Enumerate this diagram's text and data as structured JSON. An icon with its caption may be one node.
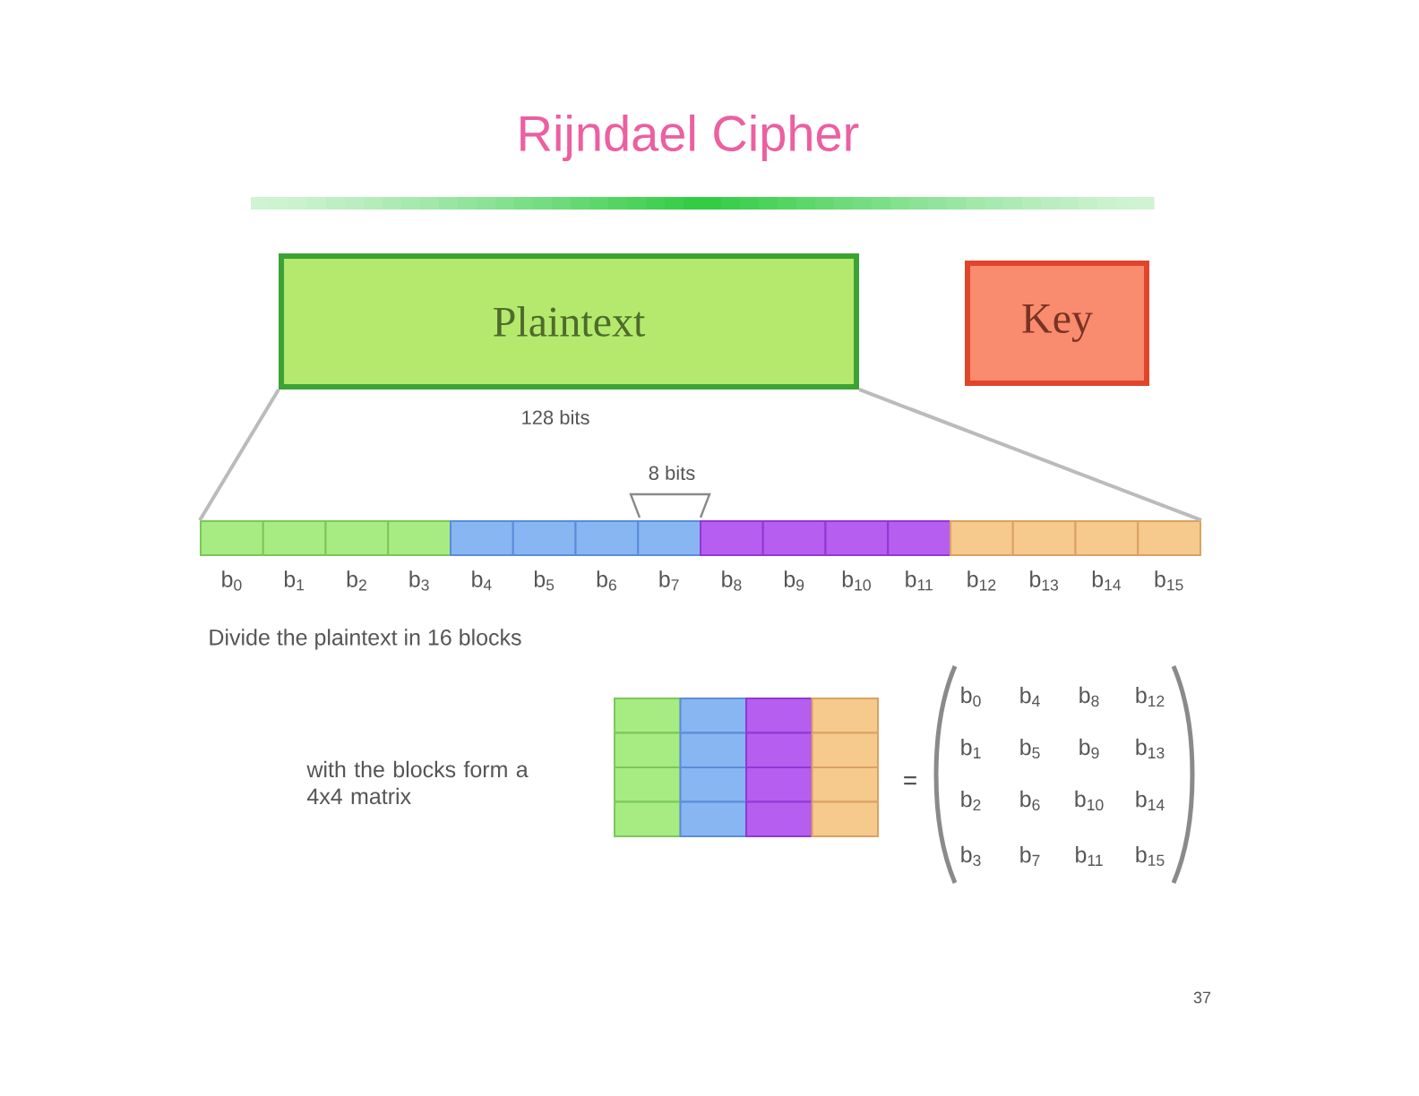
{
  "diagram": {
    "title": "Rijndael Cipher",
    "nodes": [
      {
        "text": [
          "Plaintext"
        ]
      },
      {
        "text": [
          "Key"
        ]
      },
      {
        "text": [],
        "shape": "box",
        "beside": [
          "b$_{0}$"
        ]
      },
      {
        "text": [],
        "shape": "box",
        "beside": [
          "b$_{1}$"
        ]
      },
      {
        "text": [],
        "shape": "box",
        "beside": [
          "b$_{2}$"
        ]
      },
      {
        "text": [],
        "shape": "box",
        "beside": [
          "b$_{3}$"
        ]
      },
      {
        "text": [],
        "shape": "box",
        "beside": [
          "b$_{4}$"
        ]
      },
      {
        "text": [],
        "shape": "box",
        "beside": [
          "b$_{5}$"
        ]
      },
      {
        "text": [],
        "shape": "box",
        "beside": [
          "b$_{6}$"
        ]
      },
      {
        "text": [],
        "shape": "box",
        "beside": [
          "b$_{7}$"
        ]
      },
      {
        "text": [],
        "shape": "box",
        "beside": [
          "b$_{8}$"
        ]
      },
      {
        "text": [],
        "shape": "box",
        "beside": [
          "b$_{9}$"
        ]
      },
      {
        "text": [],
        "shape": "box",
        "beside": [
          "b$_{10}$"
        ]
      },
      {
        "text": [],
        "shape": "box",
        "beside": [
          "b$_{11}$"
        ]
      },
      {
        "text": [],
        "shape": "box",
        "beside": [
          "b$_{12}$"
        ]
      },
      {
        "text": [],
        "shape": "box",
        "beside": [
          "b$_{13}$"
        ]
      },
      {
        "text": [],
        "shape": "box",
        "beside": [
          "b$_{14}$"
        ]
      },
      {
        "text": [],
        "shape": "box",
        "beside": [
          "b$_{15}$"
        ]
      },
      {
        "text": [],
        "shape": "box"
      },
      {
        "text": [],
        "shape": "box"
      },
      {
        "text": [],
        "shape": "box"
      },
      {
        "text": [],
        "shape": "box"
      },
      {
        "text": [],
        "shape": "box"
      },
      {
        "text": [],
        "shape": "box"
      },
      {
        "text": [],
        "shape": "box"
      },
      {
        "text": [],
        "shape": "box"
      },
      {
        "text": [],
        "shape": "box"
      },
      {
        "text": [],
        "shape": "box"
      },
      {
        "text": [],
        "shape": "box"
      },
      {
        "text": [],
        "shape": "box"
      },
      {
        "text": [],
        "shape": "box"
      },
      {
        "text": [],
        "shape": "box"
      },
      {
        "text": [],
        "shape": "box"
      },
      {
        "text": [],
        "shape": "box"
      }
    ],
    "edges": [
      {
        "from": 0,
        "to": 2,
        "arrow": "none"
      },
      {
        "from": 0,
        "to": 17,
        "arrow": "none"
      }
    ],
    "labels": [
      "128 bits",
      "8 bits",
      "Divide the plaintext in 16 blocks",
      "with the blocks form a 4x4 matrix",
      "=",
      "b$_{0}$",
      "b$_{4}$",
      "b$_{8}$",
      "b$_{12}$",
      "b$_{1}$",
      "b$_{5}$",
      "b$_{9}$",
      "b$_{13}$",
      "b$_{2}$",
      "b$_{6}$",
      "b$_{10}$",
      "b$_{14}$",
      "b$_{3}$",
      "b$_{7}$",
      "b$_{11}$",
      "b$_{15}$",
      "37"
    ]
  }
}
